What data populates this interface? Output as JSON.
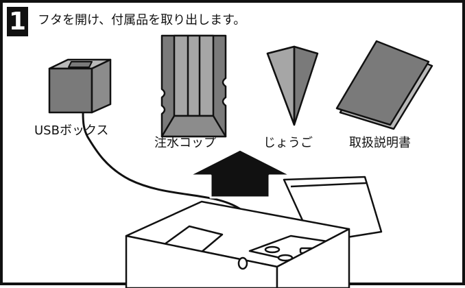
{
  "step": {
    "number": "1",
    "instruction": "フタを開け、付属品を取り出します。"
  },
  "items": [
    {
      "id": "usb-box",
      "label": "USBボックス"
    },
    {
      "id": "water-cup",
      "label": "注水コップ"
    },
    {
      "id": "funnel",
      "label": "じょうご"
    },
    {
      "id": "manual",
      "label": "取扱説明書"
    }
  ],
  "colors": {
    "ink": "#111111",
    "gray": "#7a7a7a",
    "light_gray": "#b9b9b9",
    "white": "#ffffff"
  },
  "icons": [
    "usb-box-icon",
    "water-cup-icon",
    "funnel-icon",
    "manual-icon",
    "up-arrow-icon",
    "product-box-icon",
    "usb-cable-icon"
  ]
}
